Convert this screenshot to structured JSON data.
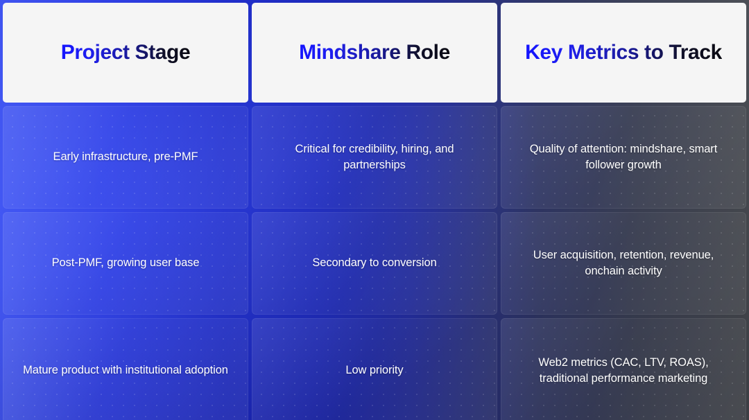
{
  "theme": {
    "header_card_bg": "#f5f5f5",
    "header_text_gradient_start": "#1414ff",
    "header_text_gradient_end": "#0a0a12",
    "background_gradient_start": "#3f52ec",
    "background_gradient_mid": "#1a25b6",
    "background_gradient_end": "#4c4f56",
    "body_text_color": "#ffffff"
  },
  "table": {
    "headers": [
      {
        "label": "Project Stage"
      },
      {
        "label": "Mindshare Role"
      },
      {
        "label": "Key Metrics to Track"
      }
    ],
    "rows": [
      {
        "stage": "Early infrastructure, pre-PMF",
        "role": "Critical for credibility, hiring, and partnerships",
        "metrics": "Quality of attention: mindshare, smart follower growth"
      },
      {
        "stage": "Post-PMF, growing user base",
        "role": "Secondary to conversion",
        "metrics": "User acquisition, retention, revenue, onchain activity"
      },
      {
        "stage": "Mature product with institutional adoption",
        "role": "Low priority",
        "metrics": "Web2 metrics (CAC, LTV, ROAS), traditional performance marketing"
      }
    ]
  }
}
